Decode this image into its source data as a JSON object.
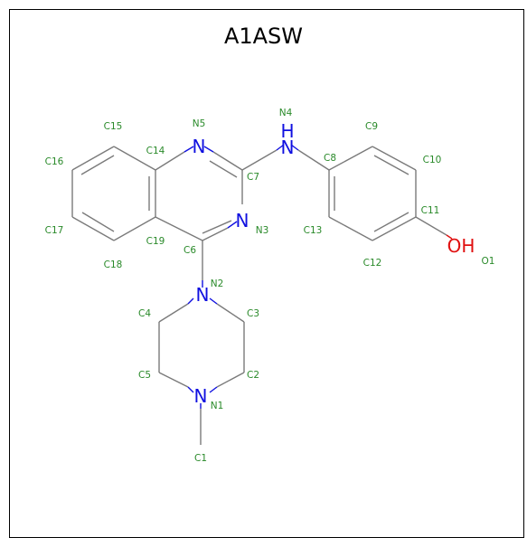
{
  "title": "A1ASW",
  "colors": {
    "carbon_label": "#2a8a2a",
    "nitrogen": "#1010e0",
    "oxygen": "#e01010",
    "bond": "#7a7a7a",
    "title": "#000000"
  },
  "heteroatoms": [
    {
      "id": "n5",
      "symbol": "N",
      "element": "nitrogen"
    },
    {
      "id": "n3",
      "symbol": "N",
      "element": "nitrogen"
    },
    {
      "id": "n4",
      "symbol": "N",
      "element": "nitrogen"
    },
    {
      "id": "n4h",
      "symbol": "H",
      "element": "nitrogen"
    },
    {
      "id": "n2",
      "symbol": "N",
      "element": "nitrogen"
    },
    {
      "id": "n1",
      "symbol": "N",
      "element": "nitrogen"
    },
    {
      "id": "o1",
      "symbol": "OH",
      "element": "oxygen"
    }
  ],
  "atom_labels": [
    "N5",
    "N4",
    "C9",
    "C15",
    "C14",
    "C7",
    "C8",
    "C10",
    "C16",
    "N3",
    "C11",
    "C17",
    "C19",
    "C13",
    "O1",
    "C6",
    "C12",
    "C18",
    "N2",
    "C4",
    "C3",
    "C5",
    "C2",
    "N1",
    "C1"
  ]
}
